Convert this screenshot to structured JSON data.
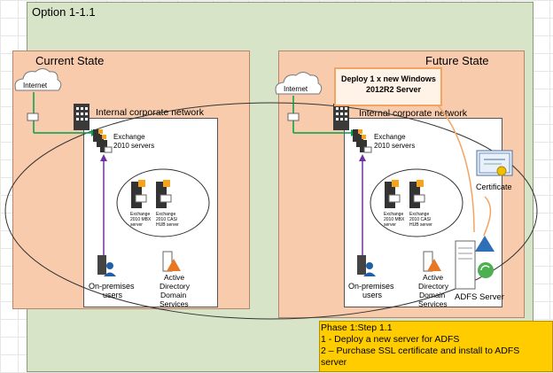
{
  "option_title": "Option 1-1.1",
  "current_state": {
    "title": "Current State",
    "internet": "Internet",
    "network_label": "Internal corporate network",
    "exchange_label_line1": "Exchange",
    "exchange_label_line2": "2010 servers",
    "mbx_label": [
      "Exchange",
      "2010 MBX",
      "server"
    ],
    "cas_label": [
      "Exchange",
      "2010 CAS/",
      "HUB server"
    ],
    "users_label": [
      "On-premises",
      "users"
    ],
    "ad_label": [
      "Active",
      "Directory",
      "Domain",
      "Services"
    ]
  },
  "future_state": {
    "title": "Future State",
    "internet": "Internet",
    "network_label": "Internal corporate network",
    "exchange_label_line1": "Exchange",
    "exchange_label_line2": "2010 servers",
    "mbx_label": [
      "Exchange",
      "2010 MBX",
      "server"
    ],
    "cas_label": [
      "Exchange",
      "2010 CAS/",
      "HUB server"
    ],
    "users_label": [
      "On-premises",
      "users"
    ],
    "ad_label": [
      "Active",
      "Directory",
      "Domain",
      "Services"
    ],
    "deploy_callout": [
      "Deploy 1 x new Windows",
      "2012R2 Server"
    ],
    "certificate_label": "Certificate",
    "adfs_label": "ADFS Server"
  },
  "phase_note": {
    "title": "Phase 1:Step 1.1",
    "line1": "1 - Deploy a new server for ADFS",
    "line2": "2 – Purchase SSL certificate and install to ADFS",
    "line3": "server"
  },
  "colors": {
    "outer_green": "#d8e4c8",
    "state_fill": "#f8cbad",
    "internal_fill": "#f6e2d6",
    "callout_border": "#f4a460",
    "note_fill": "#ffcc00",
    "arrow_green": "#00a04a",
    "arrow_purple": "#7030a0",
    "orange_line": "#f4a460"
  }
}
